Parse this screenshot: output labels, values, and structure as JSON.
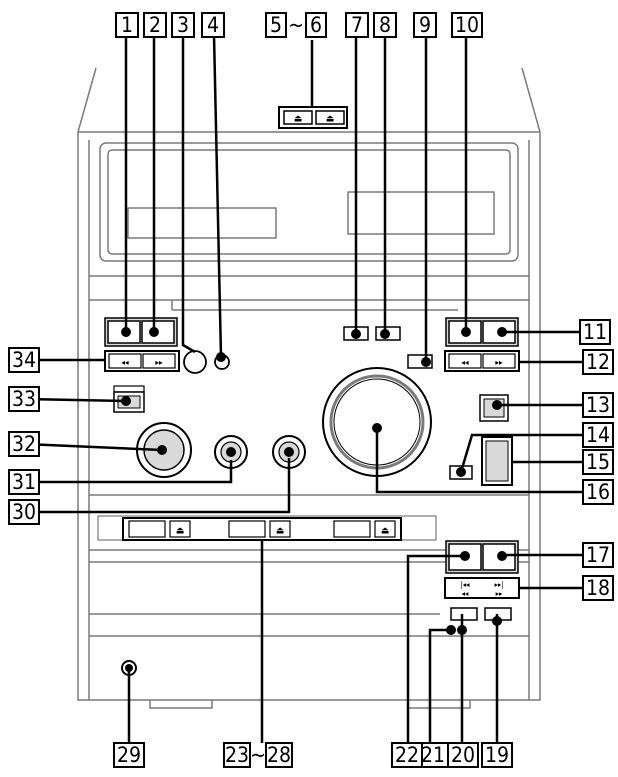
{
  "callouts": [
    {
      "id": "c1",
      "text": "1"
    },
    {
      "id": "c2",
      "text": "2"
    },
    {
      "id": "c3",
      "text": "3"
    },
    {
      "id": "c4",
      "text": "4"
    },
    {
      "id": "c5",
      "text": "5"
    },
    {
      "id": "c5_6_tilde",
      "text": "~"
    },
    {
      "id": "c6",
      "text": "6"
    },
    {
      "id": "c7",
      "text": "7"
    },
    {
      "id": "c8",
      "text": "8"
    },
    {
      "id": "c9",
      "text": "9"
    },
    {
      "id": "c10",
      "text": "10"
    },
    {
      "id": "c11",
      "text": "11"
    },
    {
      "id": "c12",
      "text": "12"
    },
    {
      "id": "c13",
      "text": "13"
    },
    {
      "id": "c14",
      "text": "14"
    },
    {
      "id": "c15",
      "text": "15"
    },
    {
      "id": "c16",
      "text": "16"
    },
    {
      "id": "c17",
      "text": "17"
    },
    {
      "id": "c18",
      "text": "18"
    },
    {
      "id": "c19",
      "text": "19"
    },
    {
      "id": "c20",
      "text": "20"
    },
    {
      "id": "c21",
      "text": "21"
    },
    {
      "id": "c22",
      "text": "22"
    },
    {
      "id": "c23",
      "text": "23"
    },
    {
      "id": "c23_28_tilde",
      "text": "~"
    },
    {
      "id": "c28",
      "text": "28"
    },
    {
      "id": "c29",
      "text": "29"
    },
    {
      "id": "c30",
      "text": "30"
    },
    {
      "id": "c31",
      "text": "31"
    },
    {
      "id": "c32",
      "text": "32"
    },
    {
      "id": "c33",
      "text": "33"
    },
    {
      "id": "c34",
      "text": "34"
    }
  ],
  "glyphs": {
    "eject": "⏏",
    "rewind": "◂◂",
    "forward": "▸▸",
    "prev": "|◂◂",
    "next": "▸▸|"
  },
  "colors": {
    "ink": "#000000",
    "line_gray": "#7a7a7a",
    "panel_gray": "#d9d9d9",
    "paper": "#ffffff"
  }
}
